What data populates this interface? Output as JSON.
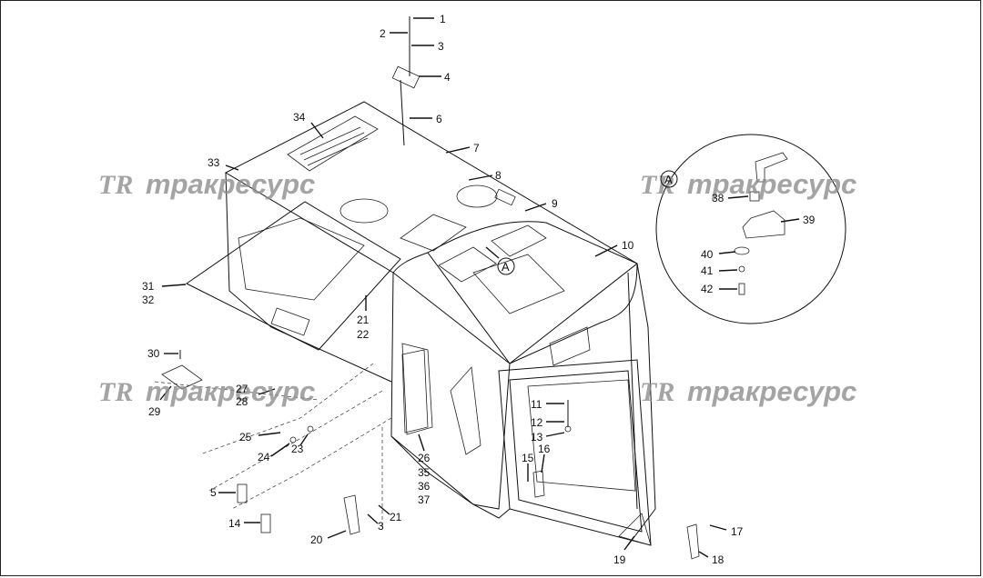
{
  "watermark": {
    "logo": "TR",
    "text": "тракресурс"
  },
  "detail_marker": "A",
  "labels": {
    "l1": "1",
    "l2": "2",
    "l3": "3",
    "l4": "4",
    "l6": "6",
    "l7": "7",
    "l8": "8",
    "l9": "9",
    "l10": "10",
    "l34": "34",
    "l33": "33",
    "l31": "31",
    "l32": "32",
    "l21": "21",
    "l22": "22",
    "l30": "30",
    "l29": "29",
    "l27": "27",
    "l28": "28",
    "l25": "25",
    "l24": "24",
    "l23": "23",
    "l5": "5",
    "l14": "14",
    "l20": "20",
    "l3b": "3",
    "l21b": "21",
    "l26": "26",
    "l35": "35",
    "l36": "36",
    "l37": "37",
    "l11": "11",
    "l12": "12",
    "l13": "13",
    "l15": "15",
    "l16": "16",
    "l19": "19",
    "l17": "17",
    "l18": "18",
    "l38": "38",
    "l39": "39",
    "l40": "40",
    "l41": "41",
    "l42": "42"
  }
}
